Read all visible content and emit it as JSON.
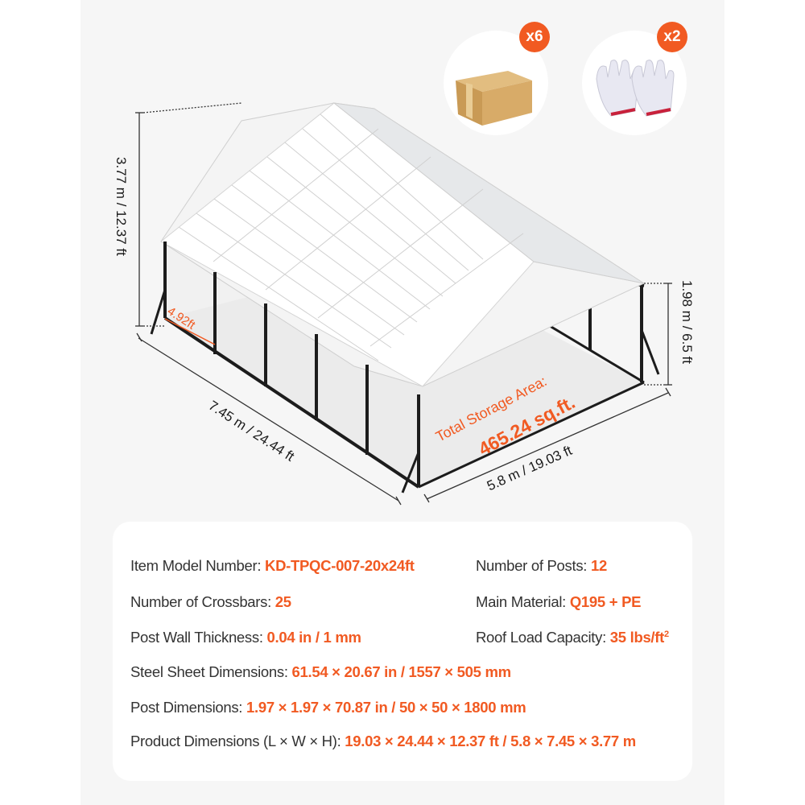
{
  "accessories": [
    {
      "name": "cardboard box",
      "quantity": "x6"
    },
    {
      "name": "work gloves",
      "quantity": "x2"
    }
  ],
  "dimensions": {
    "total_height": "3.77 m / 12.37 ft",
    "side_height": "1.98 m / 6.5 ft",
    "length": "7.45 m / 24.44 ft",
    "width": "5.8 m / 19.03 ft",
    "post_spacing": "4.92ft"
  },
  "storage_area": {
    "label": "Total Storage Area:",
    "value": "465.24 sq.ft."
  },
  "specs": {
    "model": {
      "label": "Item Model Number:",
      "value": "KD-TPQC-007-20x24ft"
    },
    "posts": {
      "label": "Number of Posts:",
      "value": "12"
    },
    "crossbars": {
      "label": "Number of Crossbars:",
      "value": "25"
    },
    "material": {
      "label": "Main Material:",
      "value": "Q195 + PE"
    },
    "wall_thickness": {
      "label": "Post Wall Thickness:",
      "value": "0.04 in / 1 mm"
    },
    "roof_load": {
      "label": "Roof Load Capacity:",
      "value": "35 lbs/ft",
      "sup": "2"
    },
    "steel_sheet": {
      "label": "Steel Sheet Dimensions:",
      "value": "61.54 × 20.67 in / 1557 × 505 mm"
    },
    "post_dims": {
      "label": "Post Dimensions:",
      "value": "1.97 × 1.97 × 70.87 in / 50 × 50 × 1800 mm"
    },
    "product_dims": {
      "label": "Product Dimensions (L × W × H):",
      "value": "19.03 × 24.44 × 12.37 ft / 5.8 × 7.45 × 3.77 m"
    }
  },
  "colors": {
    "accent": "#f15a22",
    "panel_bg": "#f6f6f6",
    "card_bg": "#ffffff",
    "frame": "#1c1c1c"
  }
}
